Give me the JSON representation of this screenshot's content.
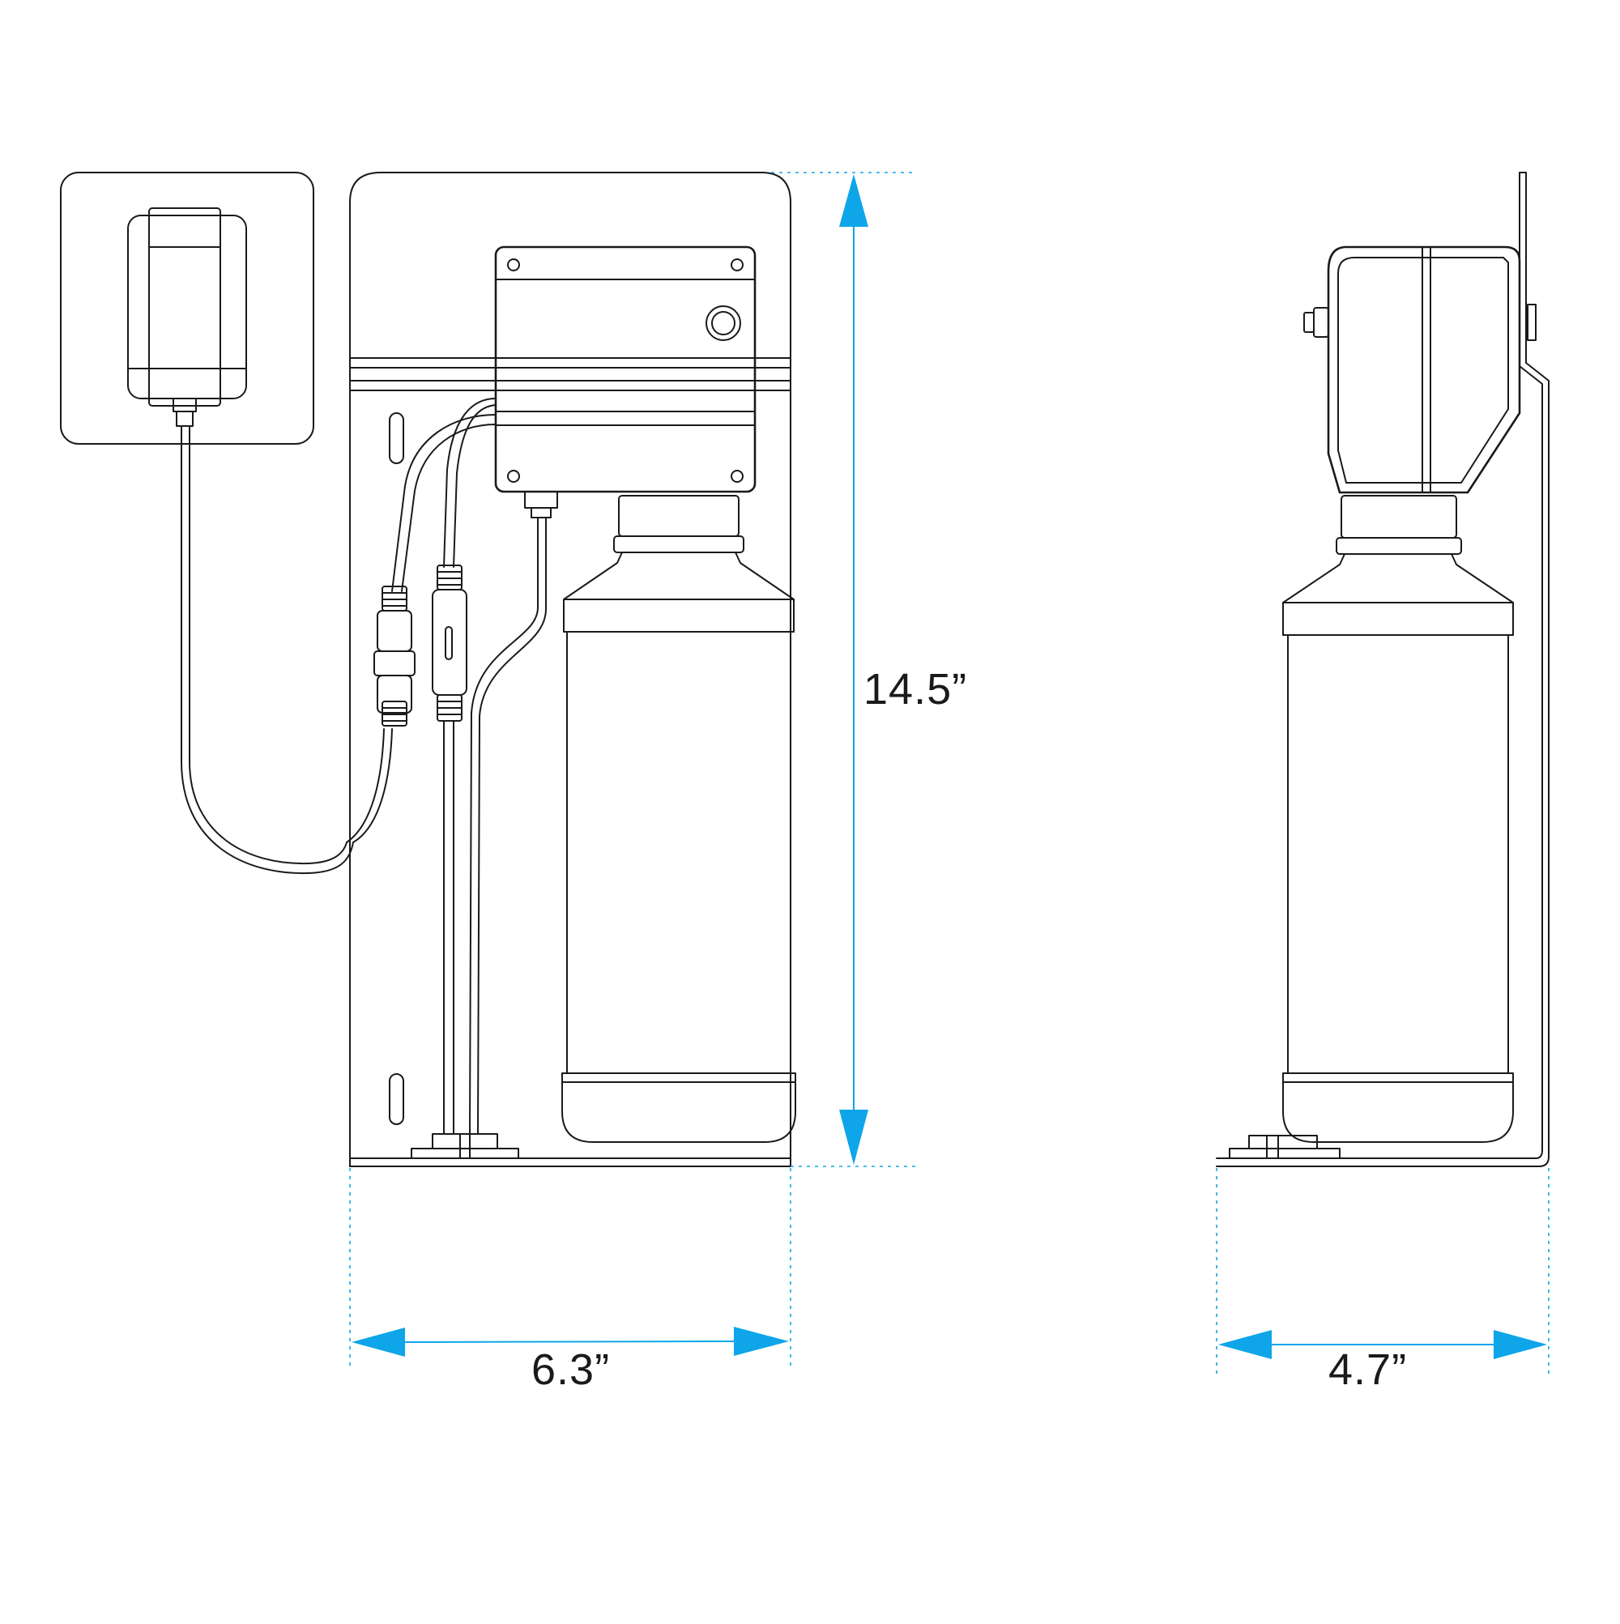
{
  "dimensions": {
    "height": "14.5”",
    "width": "6.3”",
    "depth": "4.7”"
  },
  "colors": {
    "dimension_accent": "#0ea5e9",
    "line_art": "#1a1a1a",
    "background": "#ffffff"
  }
}
